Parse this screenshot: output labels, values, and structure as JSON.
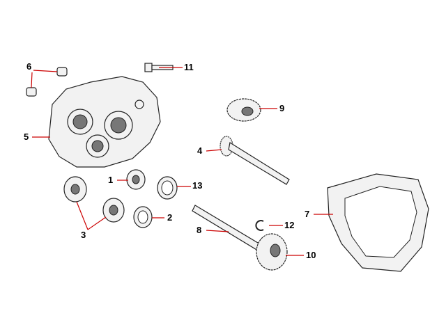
{
  "callouts": {
    "c1": "1",
    "c2": "2",
    "c3": "3",
    "c4": "4",
    "c5": "5",
    "c6": "6",
    "c7": "7",
    "c8": "8",
    "c9": "9",
    "c10": "10",
    "c11": "11",
    "c12": "12",
    "c13": "13"
  },
  "colors": {
    "leader": "#cc0000",
    "part_stroke": "#222222"
  }
}
